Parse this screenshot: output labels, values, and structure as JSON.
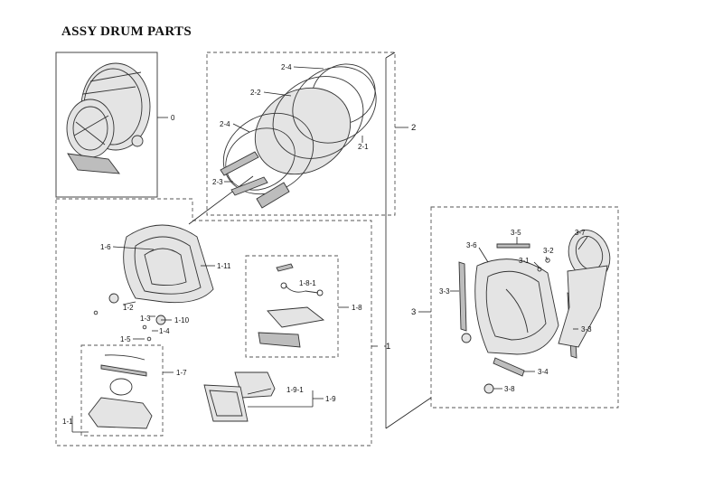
{
  "title": "ASSY DRUM PARTS",
  "callouts": {
    "c0": "0",
    "c1": "1",
    "c1_1": "1-1",
    "c1_2": "1-2",
    "c1_3": "1-3",
    "c1_4": "1-4",
    "c1_5": "1-5",
    "c1_6": "1-6",
    "c1_7": "1-7",
    "c1_8": "1-8",
    "c1_8_1": "1-8-1",
    "c1_9": "1-9",
    "c1_9_1": "1-9-1",
    "c1_10": "1-10",
    "c1_11": "1-11",
    "c2": "2",
    "c2_1": "2-1",
    "c2_2": "2-2",
    "c2_3": "2-3",
    "c2_4a": "2-4",
    "c2_4b": "2-4",
    "c3": "3",
    "c3_1": "3-1",
    "c3_2": "3-2",
    "c3_3a": "3-3",
    "c3_3b": "3-3",
    "c3_4": "3-4",
    "c3_5": "3-5",
    "c3_6": "3-6",
    "c3_7": "3-7",
    "c3_8": "3-8"
  }
}
